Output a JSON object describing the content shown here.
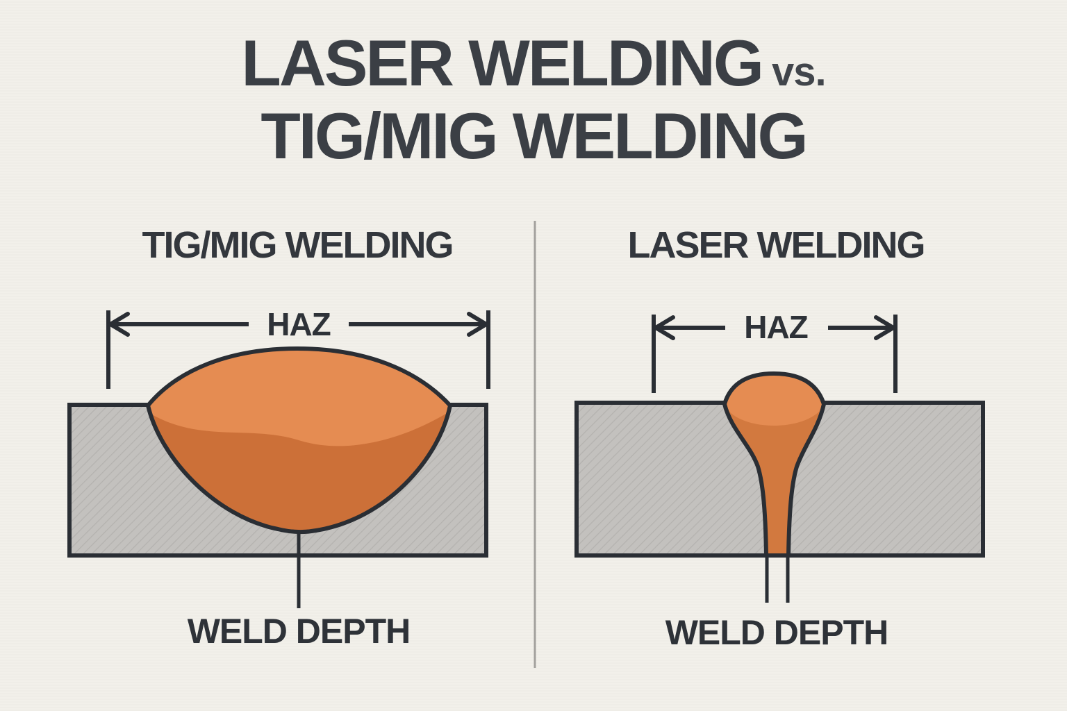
{
  "title": {
    "main": "LASER WELDING",
    "vs": "vs.",
    "line2": "TIG/MIG WELDING"
  },
  "panels": {
    "tig": {
      "heading": "TIG/MIG WELDING",
      "haz": "HAZ",
      "weld_depth": "WELD DEPTH"
    },
    "laser": {
      "heading": "LASER WELDING",
      "haz": "HAZ",
      "weld_depth": "WELD DEPTH"
    }
  },
  "colors": {
    "background": "#f2f0ea",
    "text_dark": "#33373d",
    "outline": "#2a2e34",
    "weld_orange": "#e58c52",
    "weld_orange_dark": "#cc7038",
    "metal_gray": "#c3c1be",
    "divider_gray": "#a3a19d"
  }
}
